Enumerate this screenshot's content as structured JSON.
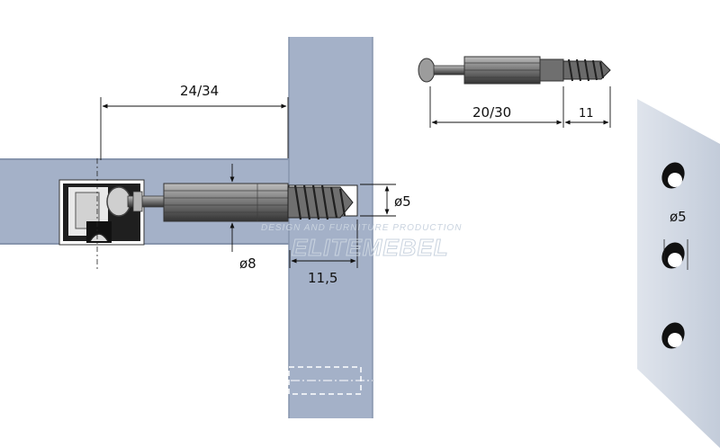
{
  "diagram": {
    "labels": {
      "top_length": "24/34",
      "dia_hole_side": "ø5",
      "dia_body": "ø8",
      "end_depth": "11,5",
      "bolt_length": "20/30",
      "thread_length": "11",
      "dia_hole_panel": "ø5"
    },
    "watermark": {
      "line1": "DESIGN AND FURNITURE PRODUCTION",
      "line2": "ELITEMEBEL"
    },
    "colors": {
      "panel": "#a4b1c8",
      "panel_light": "#cdd5e2",
      "panel_edge": "#8795ad",
      "bolt": "#7c7c7c",
      "bolt_dark": "#3a3a3a",
      "dimension_line": "#111111"
    }
  }
}
